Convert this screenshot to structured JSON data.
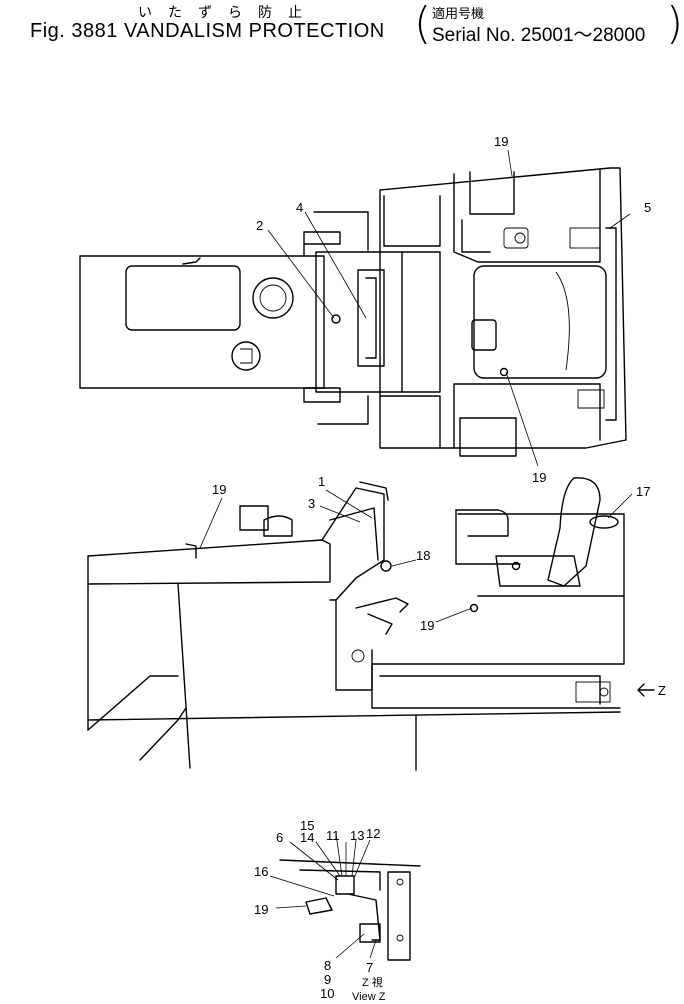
{
  "header": {
    "title_jp": "いたずら防止",
    "title": "Fig. 3881 VANDALISM PROTECTION",
    "applicability_jp": "適用号機",
    "serial": "Serial No. 25001～28000"
  },
  "part_labels": {
    "p1": "1",
    "p2": "2",
    "p3": "3",
    "p4": "4",
    "p5": "5",
    "p6": "6",
    "p7": "7",
    "p8": "8",
    "p9": "9",
    "p10": "10",
    "p11": "11",
    "p12": "12",
    "p13": "13",
    "p14": "14",
    "p15": "15",
    "p16": "16",
    "p17": "17",
    "p18": "18",
    "p19a": "19",
    "p19b": "19",
    "p19c": "19",
    "p19d": "19",
    "p19e": "19"
  },
  "view_labels": {
    "arrow_z": "Z",
    "view_z_jp": "Z 視",
    "view_z": "View Z"
  }
}
